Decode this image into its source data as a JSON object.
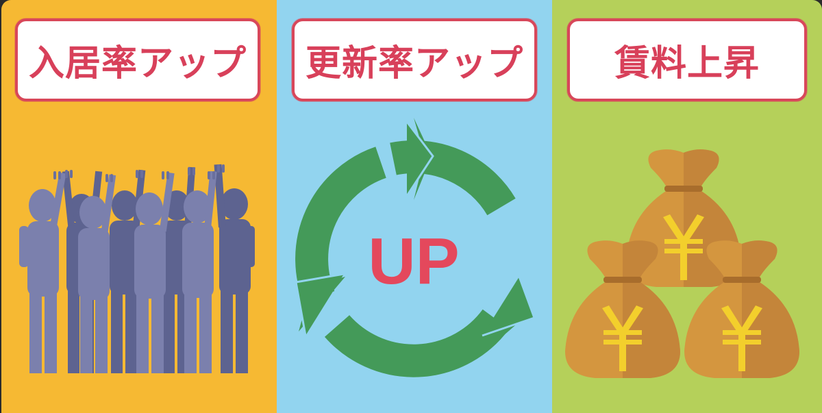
{
  "colors": {
    "background_frame": "#2b2b2b",
    "panel_occupancy_bg": "#f6b933",
    "panel_renewal_bg": "#92d4ef",
    "panel_rent_bg": "#b5d05a",
    "label_border": "#d8475a",
    "label_text": "#d8405a",
    "label_bg": "#ffffff",
    "people_light": "#7b80ad",
    "people_dark": "#5d6390",
    "cycle_green": "#449a59",
    "up_text": "#e4485c",
    "bag_light": "#d4963f",
    "bag_dark": "#c4853a",
    "bag_tie": "#a86d2c",
    "yen_gold": "#f3cf2c"
  },
  "panels": [
    {
      "id": "occupancy",
      "label": "入居率アップ",
      "illustration": "crowd-cheering-icon"
    },
    {
      "id": "renewal",
      "label": "更新率アップ",
      "illustration": "cycle-arrows-icon",
      "center_text": "UP"
    },
    {
      "id": "rent",
      "label": "賃料上昇",
      "illustration": "money-bags-icon",
      "bag_symbol": "¥"
    }
  ]
}
